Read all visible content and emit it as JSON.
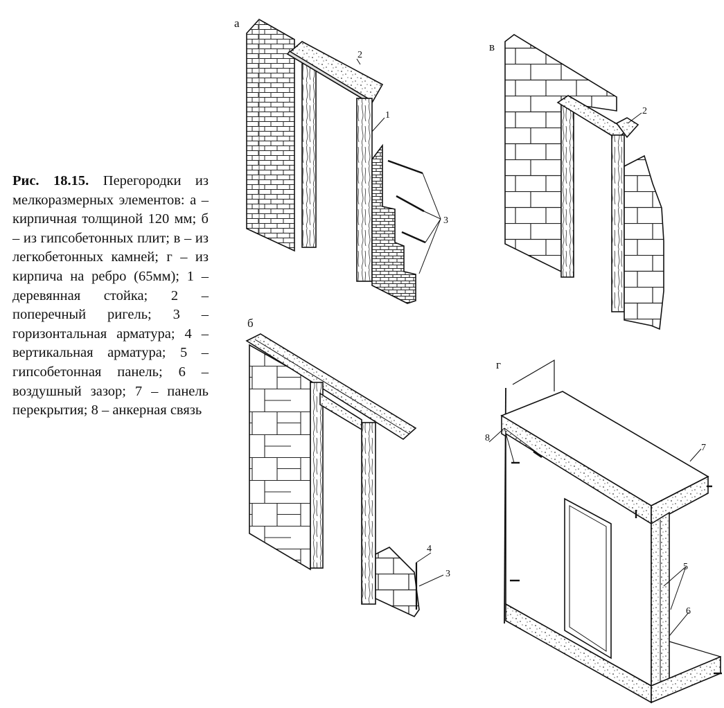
{
  "caption": {
    "number": "Рис. 18.15.",
    "text": "Перегородки из мелкоразмерных элементов: а – кирпичная толщиной 120 мм; б – из гипсобетонных плит; в – из легкобетонных камней; г – из кирпича на ребро (65мм); 1 – деревянная стойка; 2 – поперечный ригель; 3 – горизонтальная арматура; 4 – вертикальная арматура; 5 – гипсобетонная панель; 6 – воздушный зазор; 7 – панель перекрытия; 8 – анкерная связь"
  },
  "panels": {
    "a": {
      "label": "а",
      "callouts": [
        "1",
        "2",
        "3"
      ]
    },
    "b": {
      "label": "б",
      "callouts": [
        "3",
        "4"
      ]
    },
    "v": {
      "label": "в",
      "callouts": [
        "2"
      ]
    },
    "g": {
      "label": "г",
      "callouts": [
        "5",
        "6",
        "7",
        "8"
      ]
    }
  }
}
